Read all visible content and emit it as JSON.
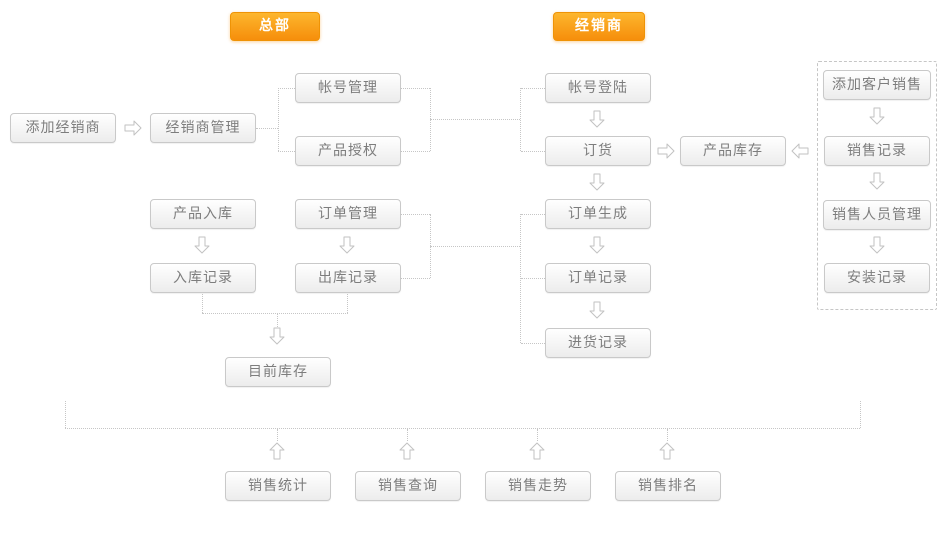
{
  "badges": {
    "hq": "总部",
    "dealer": "经销商"
  },
  "nodes": {
    "add_dealer": "添加经销商",
    "dealer_mgmt": "经销商管理",
    "account_mgmt": "帐号管理",
    "product_auth": "产品授权",
    "product_in": "产品入库",
    "order_mgmt": "订单管理",
    "in_record": "入库记录",
    "out_record": "出库记录",
    "current_stock": "目前库存",
    "account_login": "帐号登陆",
    "order_goods": "订货",
    "product_stock": "产品库存",
    "order_gen": "订单生成",
    "order_record": "订单记录",
    "purchase_record": "进货记录",
    "add_customer_sale": "添加客户销售",
    "sales_record": "销售记录",
    "sales_staff_mgmt": "销售人员管理",
    "install_record": "安装记录",
    "sales_stats": "销售统计",
    "sales_query": "销售查询",
    "sales_trend": "销售走势",
    "sales_rank": "销售排名"
  },
  "icons": {
    "arrow_right": "⇨",
    "arrow_left": "⇦",
    "arrow_down": "⇩",
    "arrow_up": "⇧"
  },
  "colors": {
    "badge_orange_top": "#fdb62d",
    "badge_orange_bottom": "#f68e0b",
    "node_border": "#c9c9c9",
    "node_text": "#7d7d7d",
    "connector": "#c6c6c6"
  }
}
